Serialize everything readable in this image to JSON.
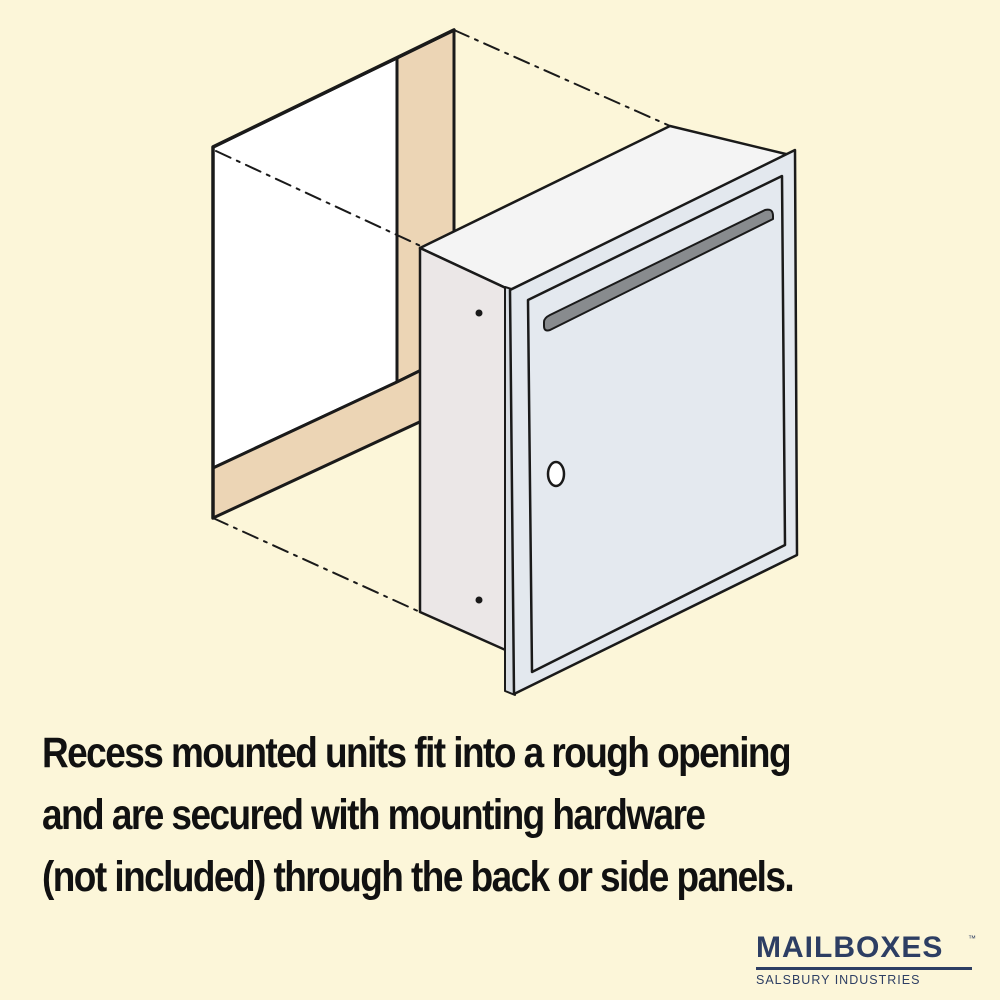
{
  "caption": {
    "line1": "Recess mounted units fit into a rough opening",
    "line2": "and are secured with mounting hardware",
    "line3": "(not included) through the back or side panels."
  },
  "logo": {
    "wordmark": "MAILBOXES",
    "trademark": "™",
    "subtitle": "SALSBURY INDUSTRIES"
  },
  "colors": {
    "background": "#fcf6d9",
    "opening_frame": "#ecd5b5",
    "opening_back": "#ffffff",
    "box_side": "#ebe7e7",
    "box_top": "#f4f4f4",
    "door": "#e3e8ee",
    "mail_slot": "#888b8e",
    "brand": "#2d3e63"
  }
}
